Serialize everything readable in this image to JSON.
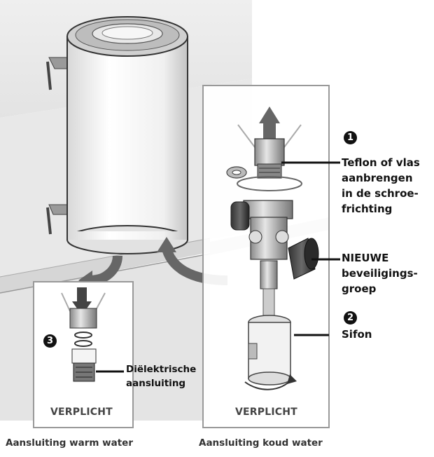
{
  "labels": {
    "teflon": [
      "Teflon of vlas",
      "aanbrengen",
      "in de schroe-",
      "frichting"
    ],
    "safety_group": [
      "NIEUWE",
      "beveiligings-",
      "groep"
    ],
    "siphon": "Sifon",
    "dielectric": [
      "Diëlektrische",
      "aansluiting"
    ]
  },
  "markers": {
    "one": "1",
    "two": "2",
    "three": "3"
  },
  "badges": {
    "hot": "VERPLICHT",
    "cold": "VERPLICHT"
  },
  "captions": {
    "hot": "Aansluiting warm water",
    "cold": "Aansluiting koud water"
  }
}
